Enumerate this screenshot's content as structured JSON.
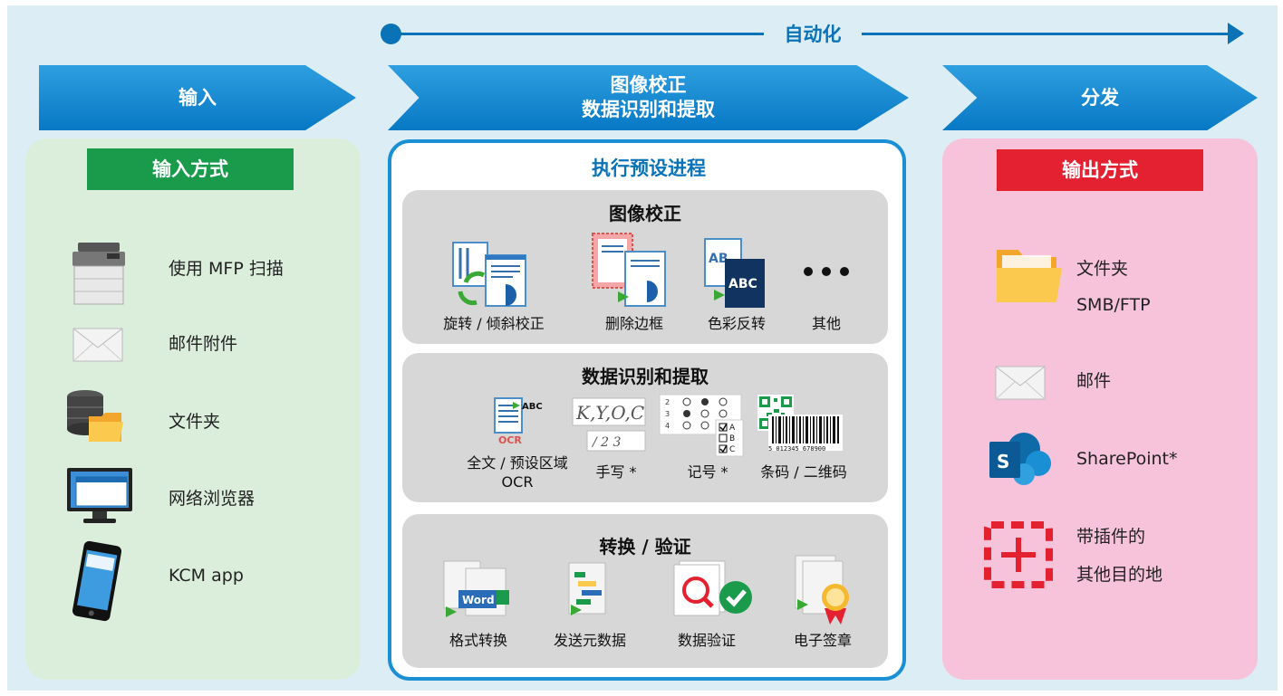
{
  "automation": {
    "label": "自动化"
  },
  "stages": [
    {
      "lines": [
        "输入"
      ]
    },
    {
      "lines": [
        "图像校正",
        "数据识别和提取"
      ]
    },
    {
      "lines": [
        "分发"
      ]
    }
  ],
  "input": {
    "title": "输入方式",
    "items": [
      {
        "icon": "mfp-printer-icon",
        "label": "使用 MFP 扫描"
      },
      {
        "icon": "envelope-icon",
        "label": "邮件附件"
      },
      {
        "icon": "database-folder-icon",
        "label": "文件夹"
      },
      {
        "icon": "monitor-browser-icon",
        "label": "网络浏览器"
      },
      {
        "icon": "smartphone-icon",
        "label": "KCM app"
      }
    ]
  },
  "process": {
    "title": "执行预设进程",
    "image_correction": {
      "title": "图像校正",
      "items": [
        {
          "icon": "rotate-deskew-icon",
          "label": "旋转 / 倾斜校正"
        },
        {
          "icon": "remove-border-icon",
          "label": "删除边框"
        },
        {
          "icon": "color-invert-icon",
          "label": "色彩反转"
        },
        {
          "icon": "more-dots-icon",
          "label": "其他"
        }
      ]
    },
    "data_extraction": {
      "title": "数据识别和提取",
      "items": [
        {
          "icon": "ocr-icon",
          "label_lines": [
            "全文 / 预设区域",
            "OCR"
          ]
        },
        {
          "icon": "handwriting-icon",
          "label": "手写 *",
          "sample_top": "K,Y,O,C",
          "sample_bottom": "/ 2 3"
        },
        {
          "icon": "omr-marks-icon",
          "label": "记号 *",
          "marks": [
            "A",
            "B",
            "C"
          ],
          "rows": [
            "2",
            "3",
            "4"
          ]
        },
        {
          "icon": "barcode-qr-icon",
          "label": "条码 / 二维码",
          "barcode_digits": "5 012345 678900"
        }
      ]
    },
    "conversion": {
      "title": "转换 / 验证",
      "items": [
        {
          "icon": "format-convert-icon",
          "label": "格式转换",
          "badge": "Word"
        },
        {
          "icon": "send-metadata-icon",
          "label": "发送元数据"
        },
        {
          "icon": "data-verify-icon",
          "label": "数据验证"
        },
        {
          "icon": "e-seal-icon",
          "label": "电子签章"
        }
      ]
    },
    "ocr_badge": "ABC",
    "ocr_small": "OCR",
    "invert_badge": "ABC",
    "invert_small": "AB"
  },
  "output": {
    "title": "输出方式",
    "items": [
      {
        "icon": "folder-icon",
        "lines": [
          "文件夹",
          "SMB/FTP"
        ]
      },
      {
        "icon": "envelope-icon",
        "lines": [
          "邮件"
        ]
      },
      {
        "icon": "sharepoint-icon",
        "lines": [
          "SharePoint*"
        ],
        "badge": "S"
      },
      {
        "icon": "plugin-icon",
        "lines": [
          "带插件的",
          "其他目的地"
        ]
      }
    ]
  },
  "colors": {
    "background": "#dcedf5",
    "accent_blue": "#0a73b8",
    "input_green": "#1a9b4c",
    "output_red": "#e42130",
    "input_panel": "#dbeedc",
    "output_panel": "#f6c3da",
    "sub_panel": "#d7d7d7"
  }
}
